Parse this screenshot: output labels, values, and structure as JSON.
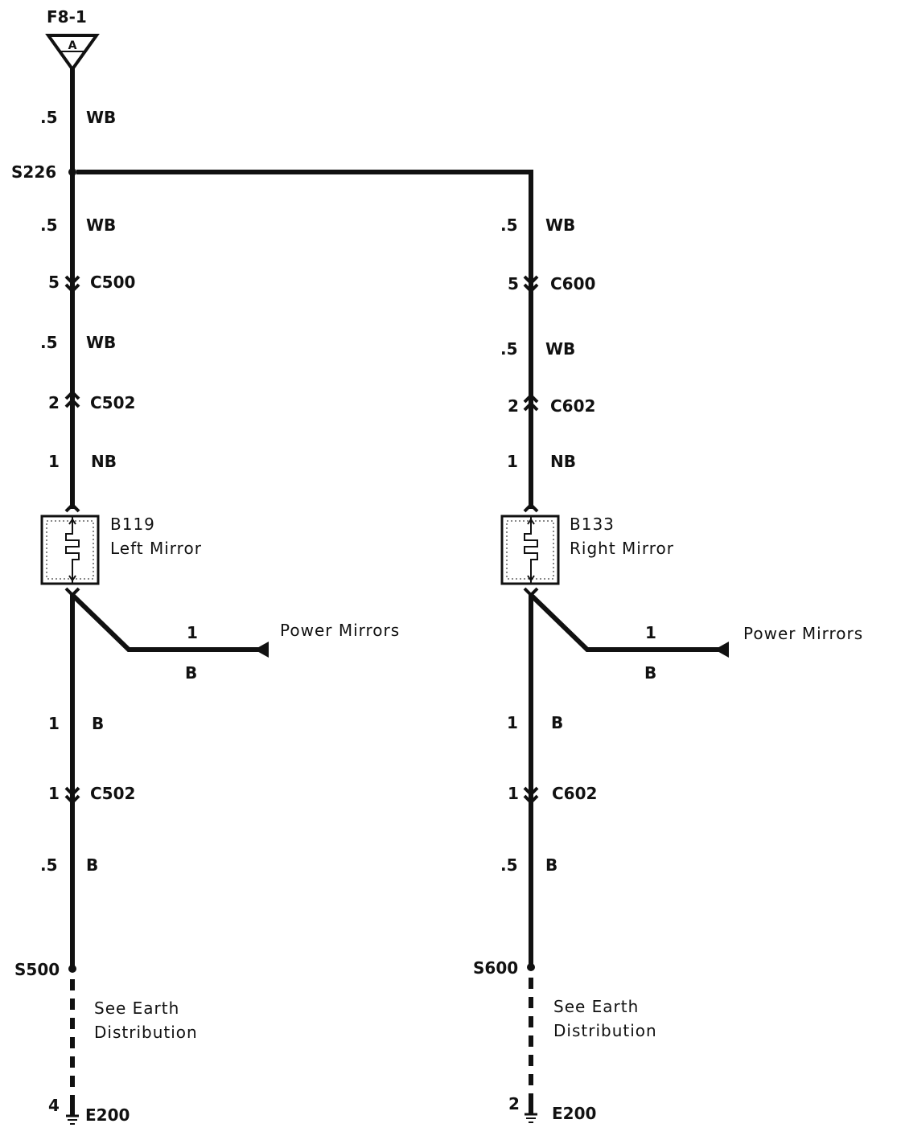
{
  "source": {
    "ref": "F8-1",
    "pin": "A"
  },
  "splice_top": "S226",
  "left": {
    "wires": [
      {
        "size": ".5",
        "color": "WB"
      },
      {
        "size": ".5",
        "color": "WB"
      },
      {
        "size": ".5",
        "color": "WB"
      },
      {
        "size": "1",
        "color": "NB"
      },
      {
        "size": "1",
        "color": "B"
      },
      {
        "size": ".5",
        "color": "B"
      }
    ],
    "connectors": [
      {
        "pin": "5",
        "id": "C500"
      },
      {
        "pin": "2",
        "id": "C502"
      },
      {
        "pin": "1",
        "id": "C502"
      }
    ],
    "component": {
      "id": "B119",
      "name": "Left Mirror"
    },
    "branch": {
      "size": "1",
      "color": "B",
      "label": "Power Mirrors"
    },
    "splice_bottom": "S500",
    "note_line1": "See Earth",
    "note_line2": "Distribution",
    "ground": {
      "pin": "4",
      "id": "E200"
    }
  },
  "right": {
    "wires": [
      {
        "size": ".5",
        "color": "WB"
      },
      {
        "size": ".5",
        "color": "WB"
      },
      {
        "size": "1",
        "color": "NB"
      },
      {
        "size": "1",
        "color": "B"
      },
      {
        "size": ".5",
        "color": "B"
      }
    ],
    "connectors": [
      {
        "pin": "5",
        "id": "C600"
      },
      {
        "pin": "2",
        "id": "C602"
      },
      {
        "pin": "1",
        "id": "C602"
      }
    ],
    "component": {
      "id": "B133",
      "name": "Right Mirror"
    },
    "branch": {
      "size": "1",
      "color": "B",
      "label": "Power Mirrors"
    },
    "splice_bottom": "S600",
    "note_line1": "See Earth",
    "note_line2": "Distribution",
    "ground": {
      "pin": "2",
      "id": "E200"
    }
  }
}
